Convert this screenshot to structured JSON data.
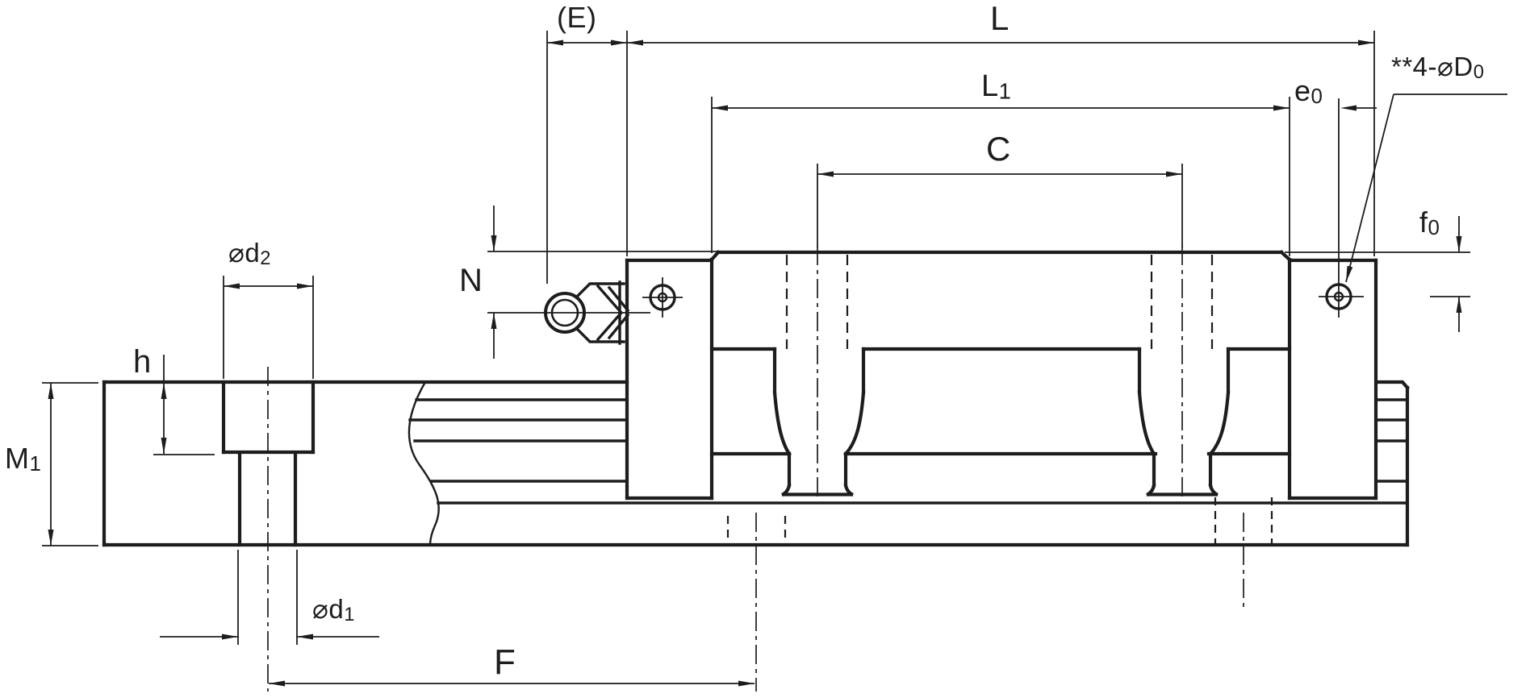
{
  "drawing": {
    "kind": "linear-guide-side-view-technical-drawing",
    "colors": {
      "line": "#1d1d1f",
      "background": "#ffffff"
    },
    "labels": {
      "E": "(E)",
      "L": "L",
      "L1_base": "L",
      "L1_sub": "1",
      "C": "C",
      "e0_base": "e",
      "e0_sub": "0",
      "holes_note_base": "**4-⌀D",
      "holes_note_sub": "0",
      "f0_base": "f",
      "f0_sub": "0",
      "N": "N",
      "d2_base": "⌀d",
      "d2_sub": "2",
      "h": "h",
      "M1_base": "M",
      "M1_sub": "1",
      "d1_base": "⌀d",
      "d1_sub": "1",
      "F": "F"
    }
  }
}
